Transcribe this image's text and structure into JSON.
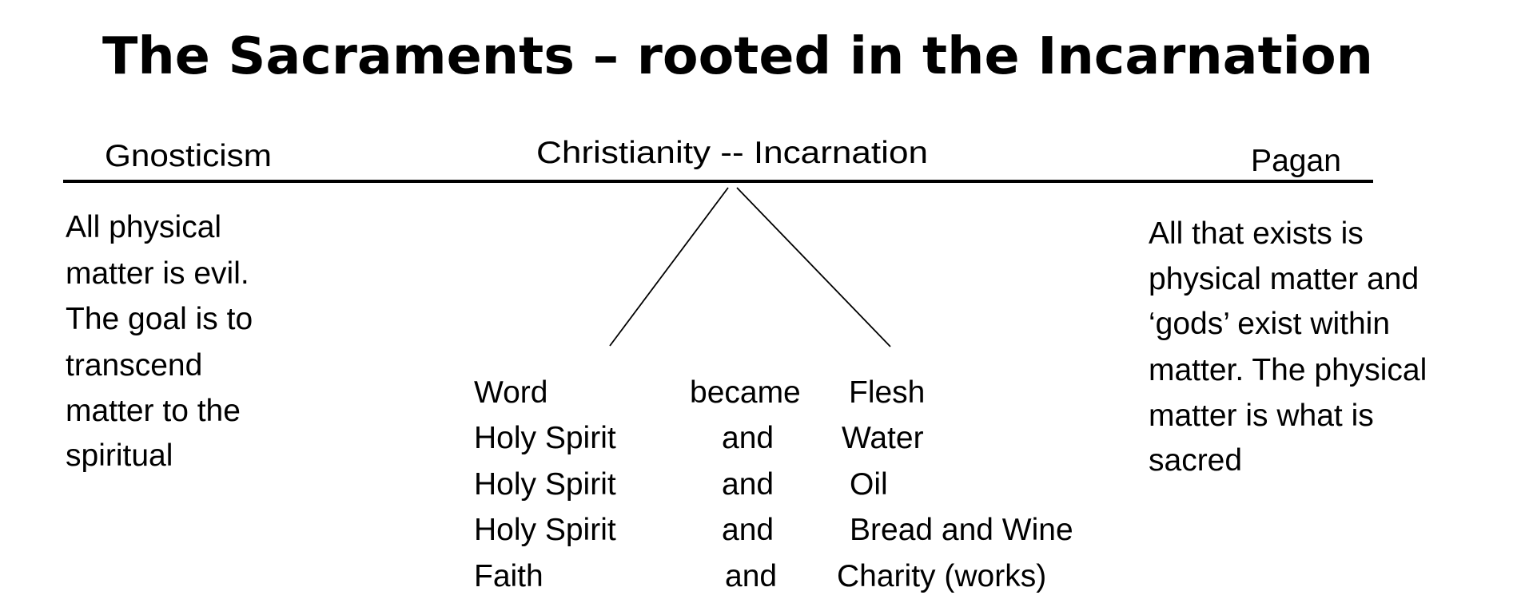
{
  "title": "The Sacraments – rooted in the Incarnation",
  "headings": {
    "left": "Gnosticism",
    "center": "Christianity -- Incarnation",
    "right": "Pagan"
  },
  "left_text": [
    "All physical",
    "matter is evil.",
    "The goal is to",
    "transcend",
    "matter to the",
    "spiritual"
  ],
  "right_text": [
    "All that exists is",
    "physical matter and",
    "‘gods’ exist within",
    "matter.  The physical",
    "matter is what is",
    "sacred"
  ],
  "pairs": [
    {
      "left": "Word",
      "joiner": "became",
      "right": "Flesh"
    },
    {
      "left": "Holy Spirit",
      "joiner": "and",
      "right": "Water"
    },
    {
      "left": "Holy Spirit",
      "joiner": "and",
      "right": "Oil"
    },
    {
      "left": "Holy Spirit",
      "joiner": "and",
      "right": "Bread and Wine"
    },
    {
      "left": "Faith",
      "joiner": "and",
      "right": "Charity (works)"
    }
  ]
}
